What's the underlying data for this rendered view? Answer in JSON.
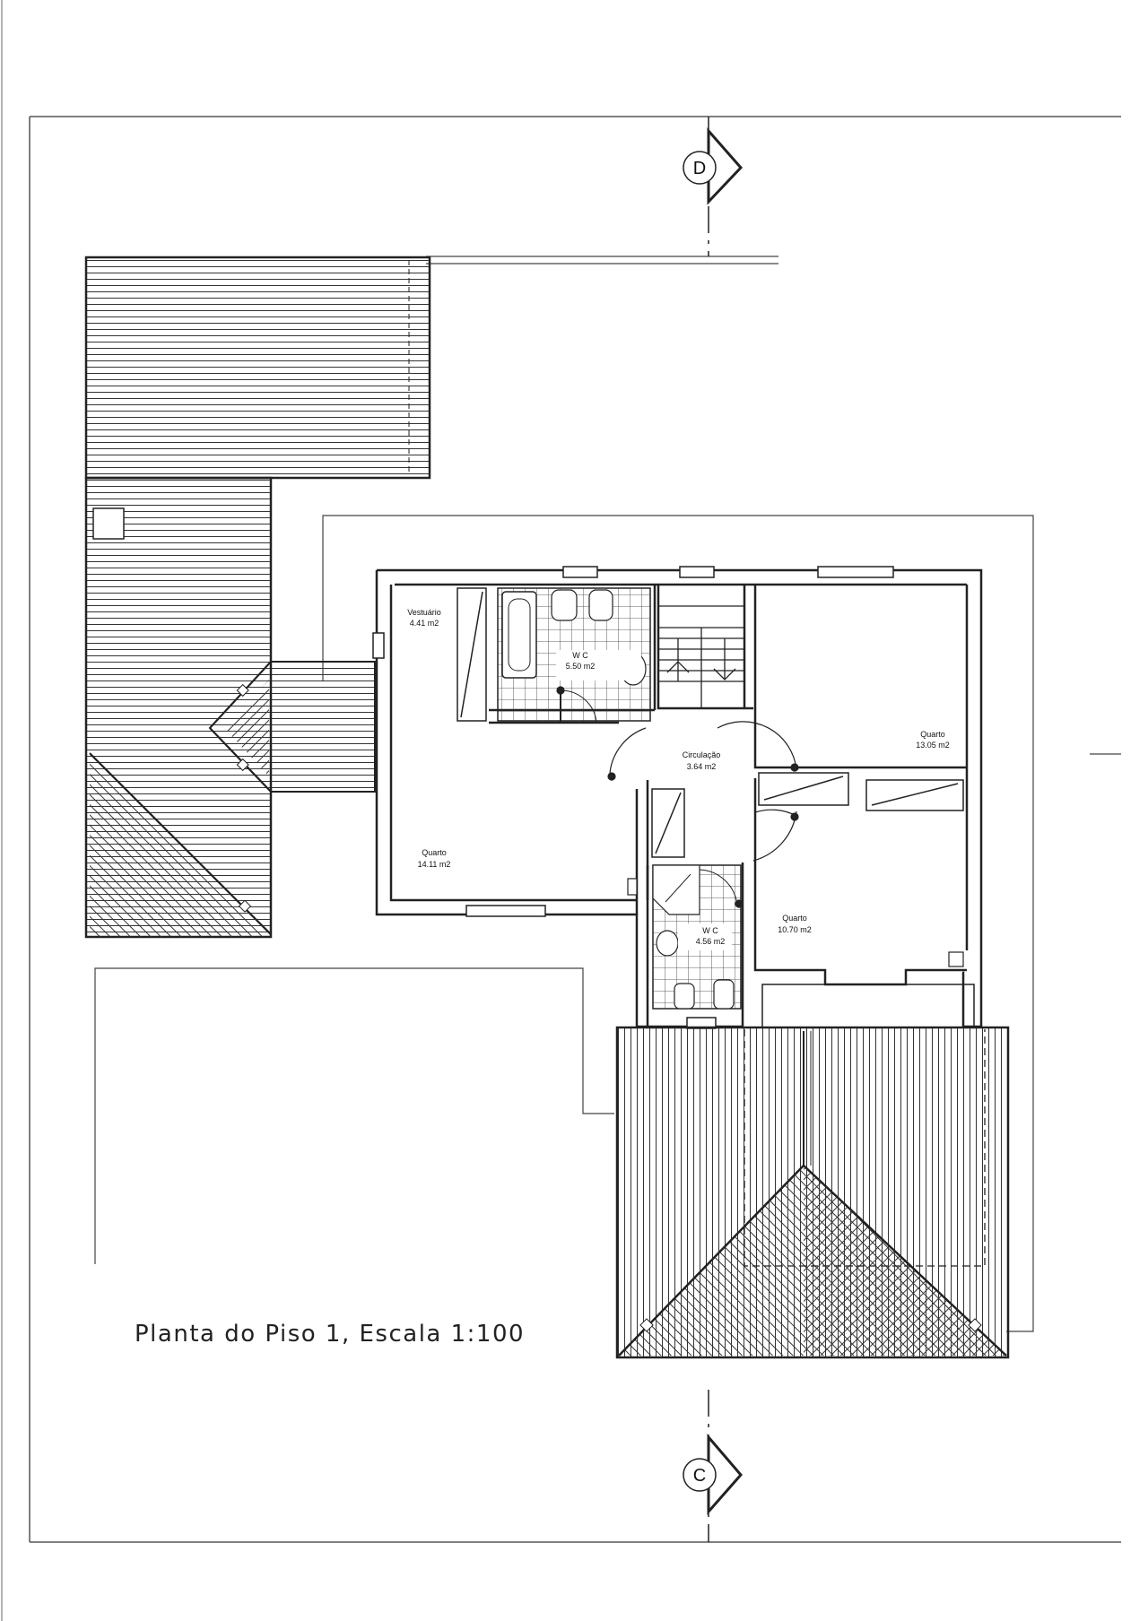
{
  "drawing_title": "Planta do Piso 1, Escala 1:100",
  "section_markers": {
    "top": "D",
    "bottom": "C"
  },
  "rooms": [
    {
      "id": "vestuario",
      "name": "Vestuário",
      "area": "4.41 m2"
    },
    {
      "id": "wc1",
      "name": "W C",
      "area": "5.50 m2"
    },
    {
      "id": "circulacao",
      "name": "Circulação",
      "area": "3.64 m2"
    },
    {
      "id": "quarto-ne",
      "name": "Quarto",
      "area": "13.05 m2"
    },
    {
      "id": "quarto-w",
      "name": "Quarto",
      "area": "14.11 m2"
    },
    {
      "id": "wc2",
      "name": "W C",
      "area": "4.56 m2"
    },
    {
      "id": "quarto-se",
      "name": "Quarto",
      "area": "10.70 m2"
    }
  ],
  "colors": {
    "line": "#222222",
    "frame": "#555555",
    "background": "#ffffff"
  }
}
